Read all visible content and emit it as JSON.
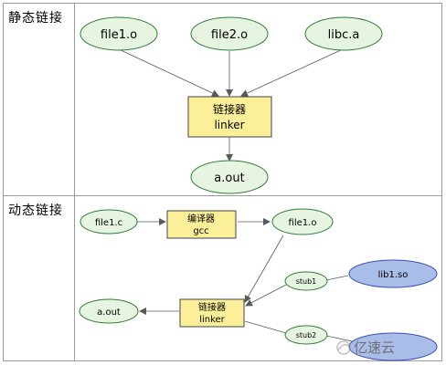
{
  "rows": {
    "static_label": "静态链接",
    "dynamic_label": "动态链接"
  },
  "static": {
    "file1": "file1.o",
    "file2": "file2.o",
    "libc": "libc.a",
    "linker_cn": "链接器",
    "linker_en": "linker",
    "output": "a.out"
  },
  "dynamic": {
    "source": "file1.c",
    "compiler_cn": "编译器",
    "compiler_en": "gcc",
    "object": "file1.o",
    "stub1": "stub1",
    "lib1": "lib1.so",
    "stub2": "stub2",
    "linker_cn": "链接器",
    "linker_en": "linker",
    "output": "a.out"
  },
  "watermark": "亿速云",
  "colors": {
    "node_fill": "#e6f4e1",
    "node_stroke": "#2e7d32",
    "box_fill": "#fbef9a",
    "lib_fill": "#a9bde9",
    "lib_stroke": "#3f51b5",
    "arrow": "#5a5a5a"
  }
}
